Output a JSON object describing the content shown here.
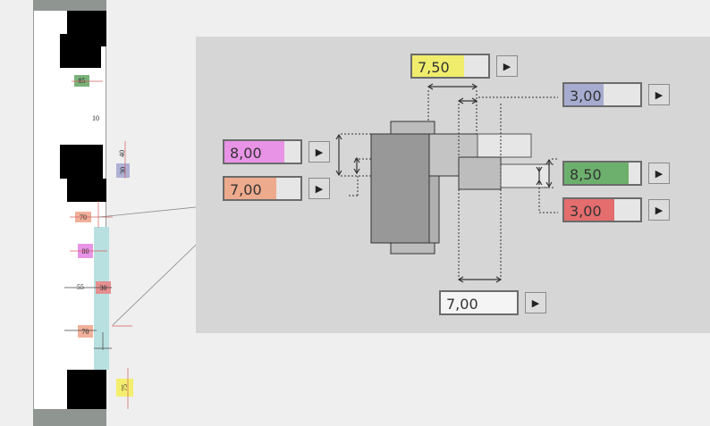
{
  "sidebar": {
    "labels": {
      "top_green": "85",
      "v10": "10",
      "v40": "40",
      "v30_gray": "30",
      "v70_upper": "70",
      "v80": "80",
      "v55": "55",
      "v30_red": "30",
      "v70_lower": "70",
      "v75": "75"
    }
  },
  "fields": {
    "top_yellow": {
      "value": "7,50",
      "color": "#f0ec6c",
      "fill": 0.68
    },
    "top_right_blue": {
      "value": "3,00",
      "color": "#a6acd0",
      "fill": 0.5
    },
    "left_pink": {
      "value": "8,00",
      "color": "#e893e6",
      "fill": 0.78
    },
    "left_orange": {
      "value": "7,00",
      "color": "#eeaa8c",
      "fill": 0.66
    },
    "right_green": {
      "value": "8,50",
      "color": "#6db06d",
      "fill": 0.85
    },
    "right_red": {
      "value": "3,00",
      "color": "#e46d6d",
      "fill": 0.66
    },
    "bottom_plain": {
      "value": "7,00"
    }
  },
  "icons": {
    "step": "play-triangle-icon"
  }
}
